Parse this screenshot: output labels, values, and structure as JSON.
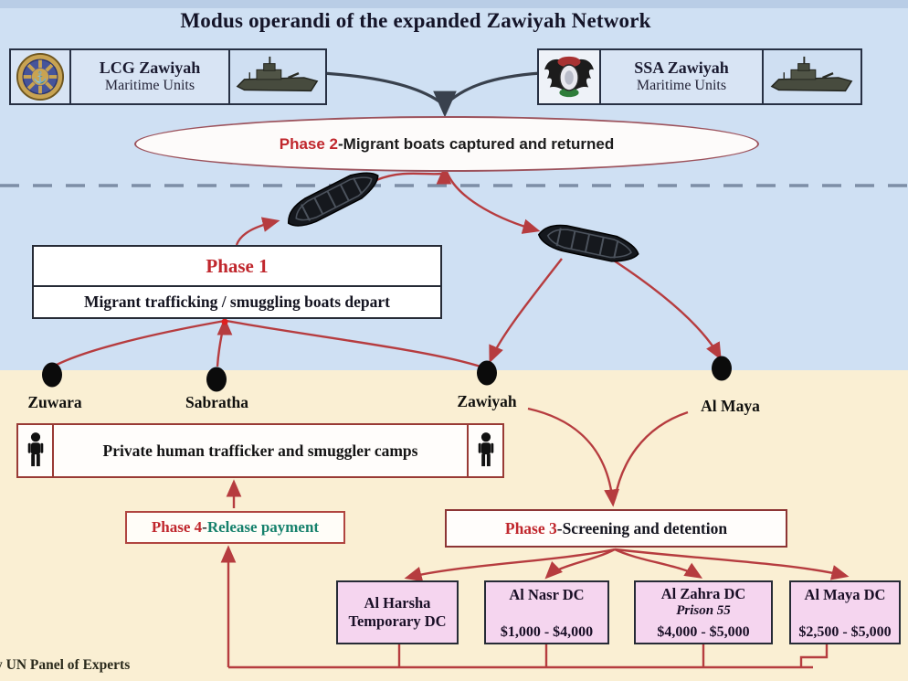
{
  "title": "Modus operandi of the expanded Zawiyah Network",
  "units": {
    "lcg": {
      "name": "LCG Zawiyah",
      "subtitle": "Maritime Units"
    },
    "ssa": {
      "name": "SSA Zawiyah",
      "subtitle": "Maritime Units"
    }
  },
  "phase2": {
    "label": "Phase 2",
    "separator": " - ",
    "text": "Migrant boats captured and returned"
  },
  "phase1": {
    "label": "Phase 1",
    "text": "Migrant trafficking / smuggling boats depart"
  },
  "towns": [
    {
      "name": "Zuwara"
    },
    {
      "name": "Sabratha"
    },
    {
      "name": "Zawiyah"
    },
    {
      "name": "Al Maya"
    }
  ],
  "camps": {
    "text": "Private human trafficker and smuggler camps"
  },
  "phase4": {
    "label": "Phase 4",
    "separator": " - ",
    "text": "Release payment"
  },
  "phase3": {
    "label": "Phase 3",
    "separator": " - ",
    "text": "Screening and detention"
  },
  "detention_centers": [
    {
      "name_line1": "Al Harsha",
      "name_line2": "Temporary DC"
    },
    {
      "name_line1": "Al Nasr DC",
      "price": "$1,000 - $4,000"
    },
    {
      "name_line1": "Al Zahra DC",
      "subtitle": "Prison 55",
      "price": "$4,000 - $5,000"
    },
    {
      "name_line1": "Al Maya DC",
      "price": "$2,500 - $5,000"
    }
  ],
  "credit": "y UN Panel of Experts",
  "icons": {
    "lcg_emblem": "coast-guard-roundel",
    "ssa_emblem": "eagle-wings-shield",
    "patrol_boat": "patrol-boat-silhouette",
    "migrant_boat": "migrant-boat-top-view",
    "person": "standing-person-pictogram",
    "anchor_glyph": "⚓"
  },
  "colors": {
    "sea": "#cfe0f3",
    "land": "#faefd3",
    "arrow_red": "#b63c3f",
    "arrow_dark": "#39414d",
    "phase_red": "#c0272d",
    "release_teal": "#16816c",
    "dc_pink": "#f5d5ef",
    "ellipse_border": "#9c525c"
  }
}
